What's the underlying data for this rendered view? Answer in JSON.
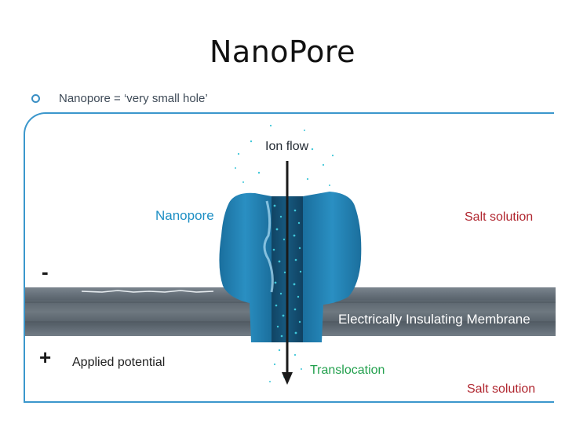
{
  "title": "NanoPore",
  "bullet": "Nanopore = ‘very small hole’",
  "diagram": {
    "ion_flow": "Ion flow",
    "nanopore": "Nanopore",
    "salt_solution_top": "Salt solution",
    "salt_solution_bottom": "Salt solution",
    "membrane": "Electrically Insulating Membrane",
    "minus": "-",
    "plus": "+",
    "applied_potential": "Applied potential",
    "translocation": "Translocation"
  },
  "colors": {
    "frame": "#3b97cc",
    "pore": "#1f7eb0",
    "membrane": "#5b6670",
    "salt_label": "#b0262f",
    "nanopore_label": "#1e8fc4",
    "translocation_label": "#22a04d",
    "ions": "#3fc7d9"
  }
}
